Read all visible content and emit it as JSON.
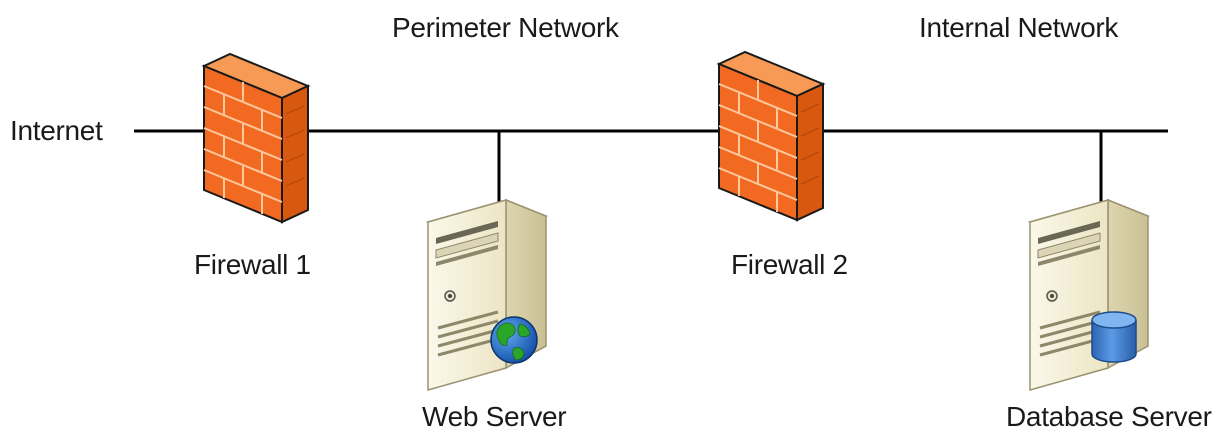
{
  "labels": {
    "internet": "Internet",
    "perimeter_network": "Perimeter Network",
    "internal_network": "Internal Network",
    "firewall_1": "Firewall 1",
    "firewall_2": "Firewall 2",
    "web_server": "Web Server",
    "database_server": "Database Server"
  },
  "icons": {
    "firewall_1": "firewall-brick-icon",
    "firewall_2": "firewall-brick-icon",
    "web_server": "server-globe-icon",
    "database_server": "server-database-icon"
  },
  "colors": {
    "firewall_front": "#f26a21",
    "firewall_side": "#e05a10",
    "firewall_top": "#f79a55",
    "server_body": "#f4efd8",
    "globe_ocean": "#1f6fd0",
    "globe_land": "#2aa52a",
    "database": "#3b7fd6",
    "line": "#000000"
  }
}
